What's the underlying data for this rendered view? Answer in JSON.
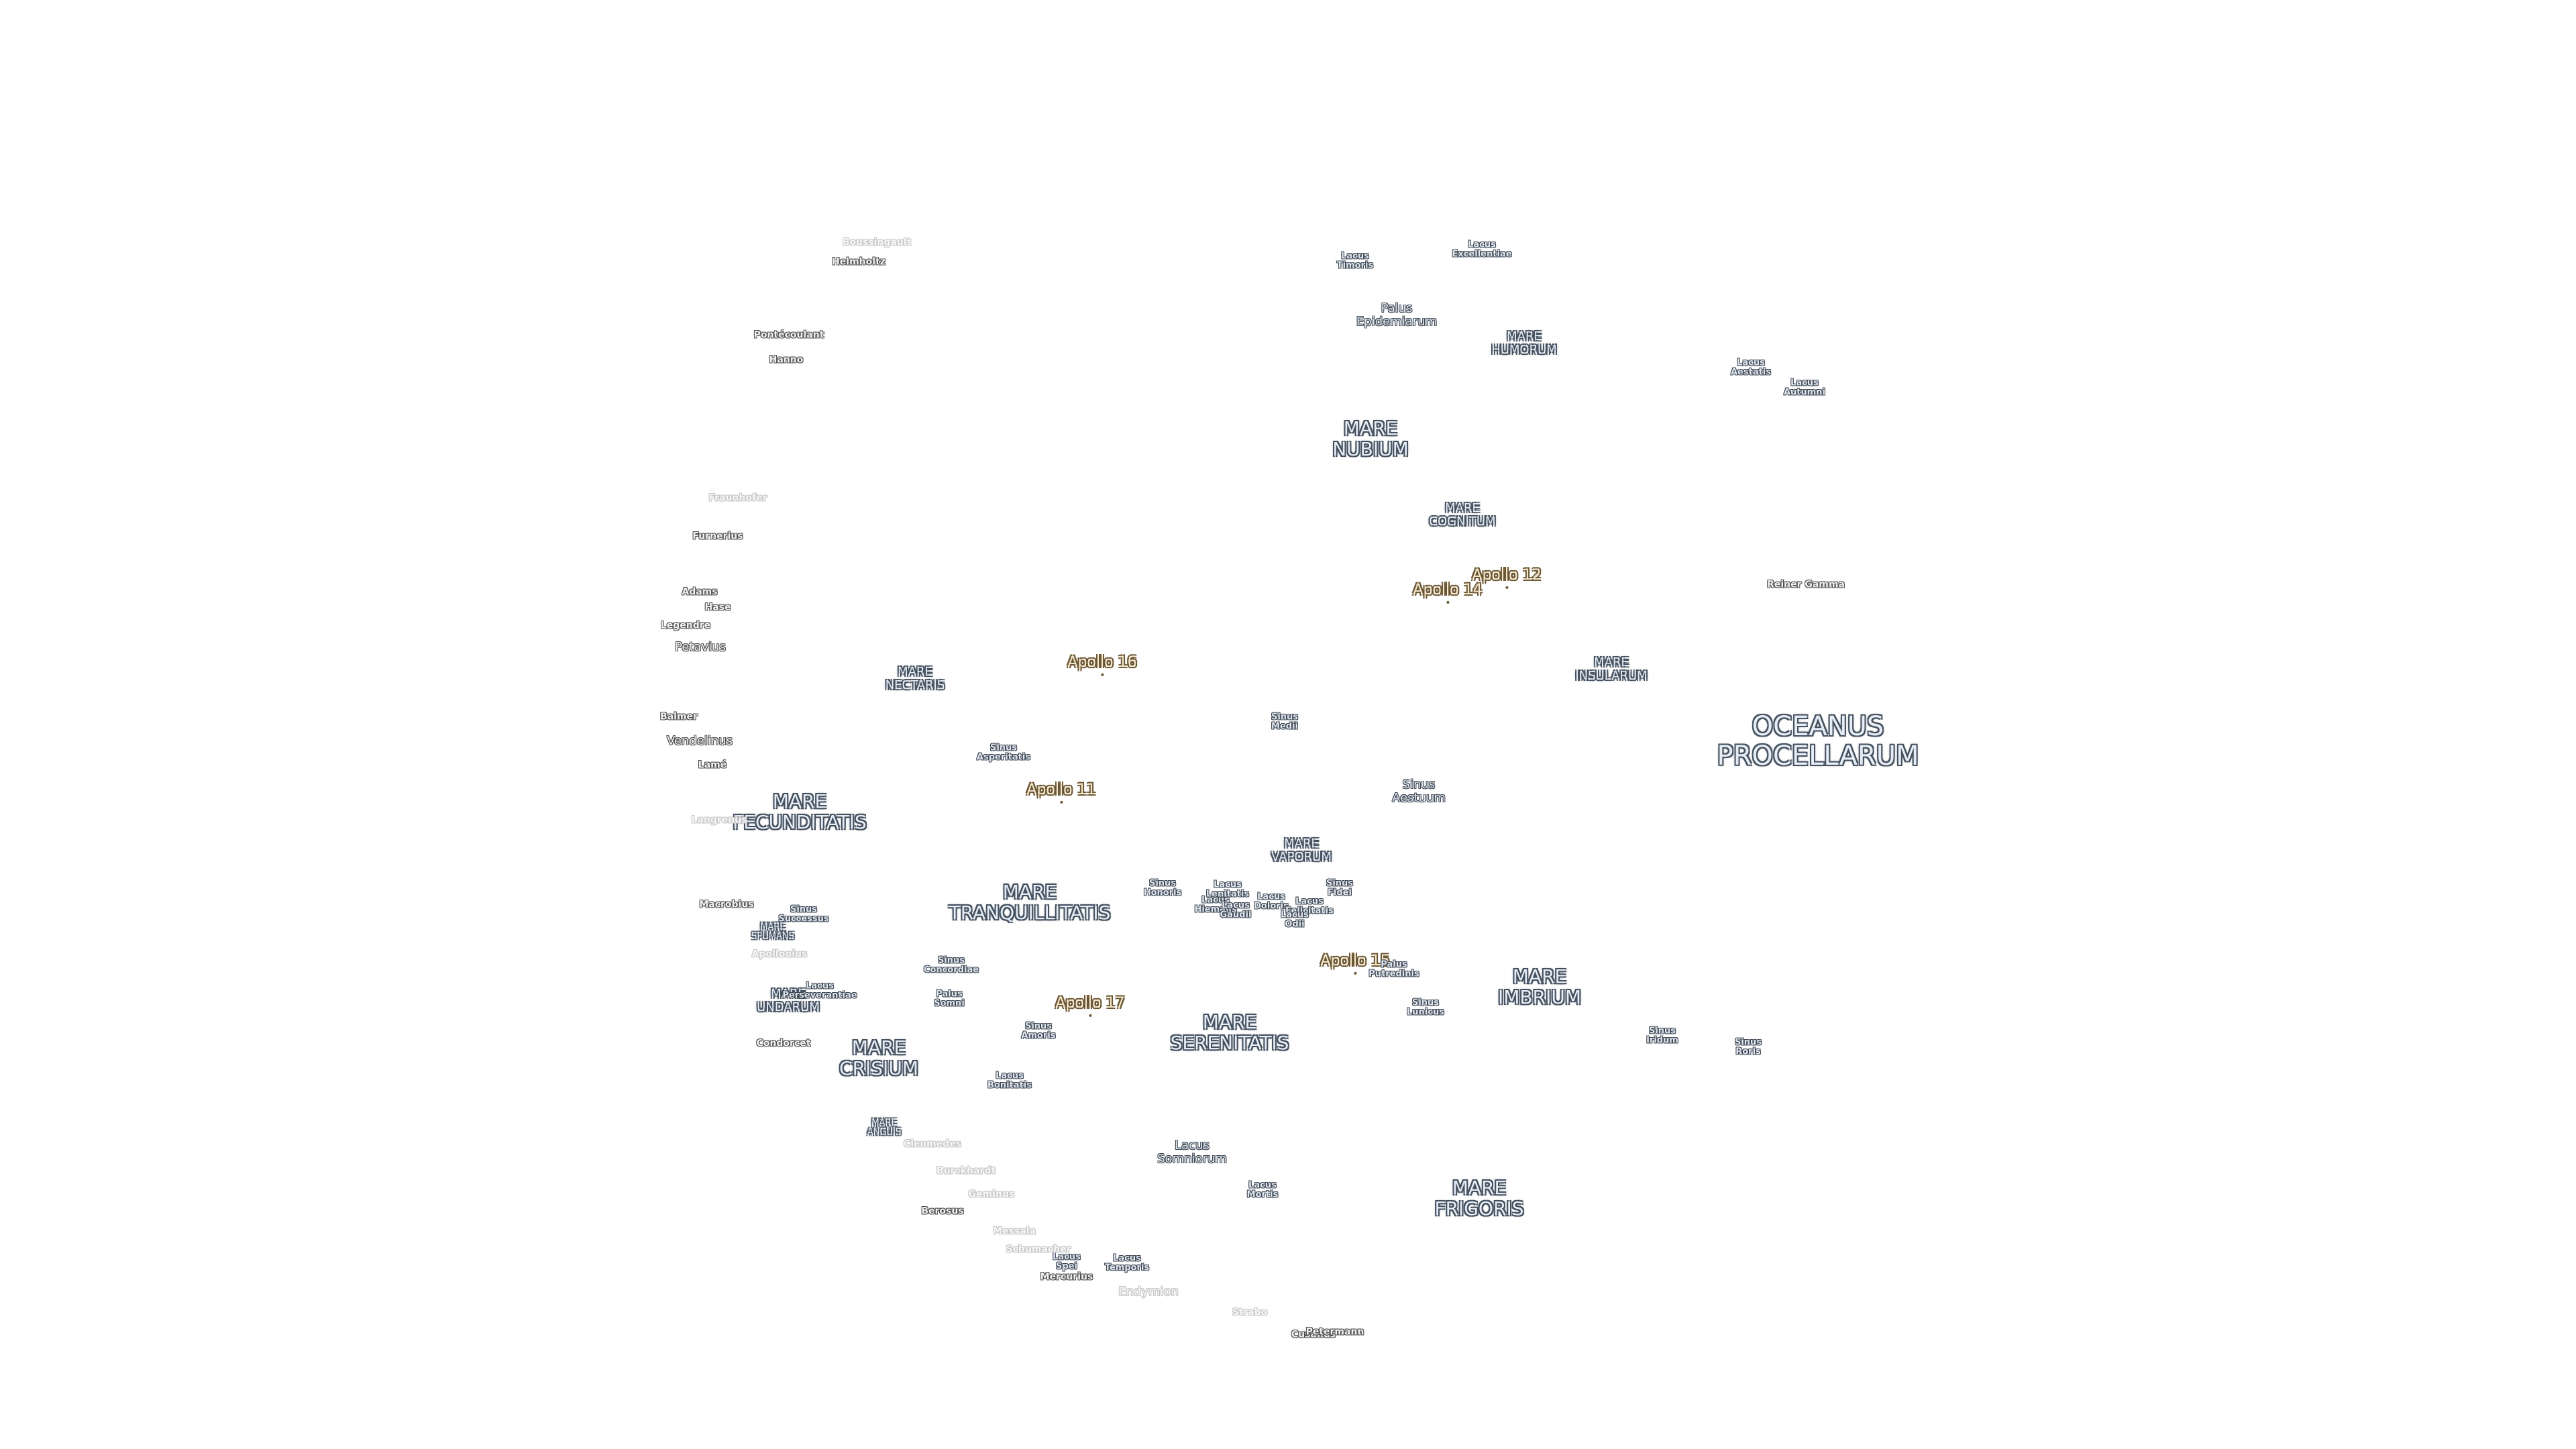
{
  "labels": [
    {
      "id": "oceanus-procellarum",
      "text": "OCEANUS\nPROCELLARUM",
      "kind": "mare",
      "size": "xl"
    },
    {
      "id": "mare-frigoris",
      "text": "MARE\nFRIGORIS",
      "kind": "mare",
      "size": "l"
    },
    {
      "id": "mare-imbrium",
      "text": "MARE\nIMBRIUM",
      "kind": "mare",
      "size": "l"
    },
    {
      "id": "mare-serenitatis",
      "text": "MARE\nSERENITATIS",
      "kind": "mare",
      "size": "l"
    },
    {
      "id": "mare-tranquillitatis",
      "text": "MARE\nTRANQUILLITATIS",
      "kind": "mare",
      "size": "l"
    },
    {
      "id": "mare-fecunditatis",
      "text": "MARE\nFECUNDITATIS",
      "kind": "mare",
      "size": "l"
    },
    {
      "id": "mare-crisium",
      "text": "MARE\nCRISIUM",
      "kind": "mare",
      "size": "l"
    },
    {
      "id": "mare-nubium",
      "text": "MARE\nNUBIUM",
      "kind": "mare",
      "size": "l"
    },
    {
      "id": "mare-humorum",
      "text": "MARE\nHUMORUM",
      "kind": "mare",
      "size": "m"
    },
    {
      "id": "mare-cognitum",
      "text": "MARE\nCOGNITUM",
      "kind": "mare",
      "size": "m"
    },
    {
      "id": "mare-insularum",
      "text": "MARE\nINSULARUM",
      "kind": "mare",
      "size": "m"
    },
    {
      "id": "mare-nectaris",
      "text": "MARE\nNECTARIS",
      "kind": "mare",
      "size": "m"
    },
    {
      "id": "mare-vaporum",
      "text": "MARE\nVAPORUM",
      "kind": "mare",
      "size": "m"
    },
    {
      "id": "mare-undarum",
      "text": "MARE\nUNDARUM",
      "kind": "mare",
      "size": "m"
    },
    {
      "id": "mare-spumans",
      "text": "MARE\nSPUMANS",
      "kind": "mare",
      "size": "s"
    },
    {
      "id": "mare-anguis",
      "text": "MARE\nANGUIS",
      "kind": "mare",
      "size": "s"
    },
    {
      "id": "apollo-11",
      "text": "Apollo 11",
      "kind": "apollo"
    },
    {
      "id": "apollo-12",
      "text": "Apollo 12",
      "kind": "apollo"
    },
    {
      "id": "apollo-14",
      "text": "Apollo 14",
      "kind": "apollo"
    },
    {
      "id": "apollo-15",
      "text": "Apollo 15",
      "kind": "apollo"
    },
    {
      "id": "apollo-16",
      "text": "Apollo 16",
      "kind": "apollo"
    },
    {
      "id": "apollo-17",
      "text": "Apollo 17",
      "kind": "apollo"
    },
    {
      "id": "lacus-somniorum",
      "text": "Lacus\nSomniorum",
      "kind": "minor",
      "size": "m"
    },
    {
      "id": "sinus-aestuum",
      "text": "Sinus\nAestuum",
      "kind": "minor",
      "size": "m"
    },
    {
      "id": "palus-epidemiarum",
      "text": "Palus\nEpidemiarum",
      "kind": "minor",
      "size": "m"
    },
    {
      "id": "lacus-excellentiae",
      "text": "Lacus\nExcellentiae",
      "kind": "minor"
    },
    {
      "id": "lacus-timoris",
      "text": "Lacus\nTimoris",
      "kind": "minor"
    },
    {
      "id": "lacus-aestatis",
      "text": "Lacus\nAestatis",
      "kind": "minor"
    },
    {
      "id": "lacus-autumni",
      "text": "Lacus\nAutumni",
      "kind": "minor"
    },
    {
      "id": "sinus-medii",
      "text": "Sinus\nMedii",
      "kind": "minor"
    },
    {
      "id": "sinus-asperitatis",
      "text": "Sinus\nAsperitatis",
      "kind": "minor"
    },
    {
      "id": "sinus-honoris",
      "text": "Sinus\nHonoris",
      "kind": "minor"
    },
    {
      "id": "lacus-lenitatis",
      "text": "Lacus\nLenitatis",
      "kind": "minor"
    },
    {
      "id": "lacus-hiemalis",
      "text": "Lacus\nHiemalis",
      "kind": "minor"
    },
    {
      "id": "lacus-gaudii",
      "text": "Lacus\nGaudii",
      "kind": "minor"
    },
    {
      "id": "lacus-doloris",
      "text": "Lacus\nDoloris",
      "kind": "minor"
    },
    {
      "id": "lacus-felicitatis",
      "text": "Lacus\nFelicitatis",
      "kind": "minor"
    },
    {
      "id": "lacus-odii",
      "text": "Lacus\nOdii",
      "kind": "minor"
    },
    {
      "id": "sinus-fidei",
      "text": "Sinus\nFidei",
      "kind": "minor"
    },
    {
      "id": "sinus-successus",
      "text": "Sinus\nSuccessus",
      "kind": "minor"
    },
    {
      "id": "sinus-concordiae",
      "text": "Sinus\nConcordiae",
      "kind": "minor"
    },
    {
      "id": "palus-somni",
      "text": "Palus\nSomni",
      "kind": "minor"
    },
    {
      "id": "lacus-perseverantiae",
      "text": "Lacus\nPerseverantiae",
      "kind": "minor"
    },
    {
      "id": "sinus-amoris",
      "text": "Sinus\nAmoris",
      "kind": "minor"
    },
    {
      "id": "lacus-bonitatis",
      "text": "Lacus\nBonitatis",
      "kind": "minor"
    },
    {
      "id": "palus-putredinis",
      "text": "Palus\nPutredinis",
      "kind": "minor"
    },
    {
      "id": "sinus-lunicus",
      "text": "Sinus\nLunicus",
      "kind": "minor"
    },
    {
      "id": "sinus-iridum",
      "text": "Sinus\nIridum",
      "kind": "minor"
    },
    {
      "id": "sinus-roris",
      "text": "Sinus\nRoris",
      "kind": "minor"
    },
    {
      "id": "lacus-mortis",
      "text": "Lacus\nMortis",
      "kind": "minor"
    },
    {
      "id": "lacus-temporis",
      "text": "Lacus\nTemporis",
      "kind": "minor"
    },
    {
      "id": "lacus-spei",
      "text": "Lacus\nSpei",
      "kind": "minor"
    },
    {
      "id": "reiner-gamma",
      "text": "Reiner Gamma",
      "kind": "crater"
    },
    {
      "id": "helmholtz",
      "text": "Helmholtz",
      "kind": "crater"
    },
    {
      "id": "boussingault",
      "text": "Boussingault",
      "kind": "crater",
      "faint": true
    },
    {
      "id": "pontecoulant",
      "text": "Pontécoulant",
      "kind": "crater"
    },
    {
      "id": "hanno",
      "text": "Hanno",
      "kind": "crater"
    },
    {
      "id": "furnerius",
      "text": "Furnerius",
      "kind": "crater"
    },
    {
      "id": "petavius",
      "text": "Petavius",
      "kind": "crater",
      "size": "m"
    },
    {
      "id": "vendelinus",
      "text": "Vendelinus",
      "kind": "crater",
      "size": "m"
    },
    {
      "id": "balmer",
      "text": "Balmer",
      "kind": "crater"
    },
    {
      "id": "lame",
      "text": "Lamé",
      "kind": "crater"
    },
    {
      "id": "adams",
      "text": "Adams",
      "kind": "crater"
    },
    {
      "id": "hase",
      "text": "Hase",
      "kind": "crater"
    },
    {
      "id": "legendre",
      "text": "Legendre",
      "kind": "crater"
    },
    {
      "id": "fraunhofer",
      "text": "Fraunhofer",
      "kind": "crater",
      "faint": true
    },
    {
      "id": "langrenus",
      "text": "Langrenus",
      "kind": "crater",
      "faint": true
    },
    {
      "id": "macrobius",
      "text": "Macrobius",
      "kind": "crater"
    },
    {
      "id": "apollonius",
      "text": "Apollonius",
      "kind": "crater",
      "faint": true
    },
    {
      "id": "condorcet",
      "text": "Condorcet",
      "kind": "crater"
    },
    {
      "id": "cleomedes",
      "text": "Cleomedes",
      "kind": "crater",
      "faint": true
    },
    {
      "id": "burckhardt",
      "text": "Burckhardt",
      "kind": "crater",
      "faint": true
    },
    {
      "id": "geminus",
      "text": "Geminus",
      "kind": "crater",
      "faint": true
    },
    {
      "id": "berosus",
      "text": "Berosus",
      "kind": "crater"
    },
    {
      "id": "messala",
      "text": "Messala",
      "kind": "crater",
      "faint": true
    },
    {
      "id": "schumacher",
      "text": "Schumacher",
      "kind": "crater",
      "faint": true
    },
    {
      "id": "mercurius",
      "text": "Mercurius",
      "kind": "crater"
    },
    {
      "id": "endymion",
      "text": "Endymion",
      "kind": "crater",
      "faint": true,
      "size": "m"
    },
    {
      "id": "strabo",
      "text": "Strabo",
      "kind": "crater",
      "faint": true
    },
    {
      "id": "cusanus",
      "text": "Cusanus",
      "kind": "crater"
    },
    {
      "id": "petermann",
      "text": "Petermann",
      "kind": "crater"
    }
  ]
}
